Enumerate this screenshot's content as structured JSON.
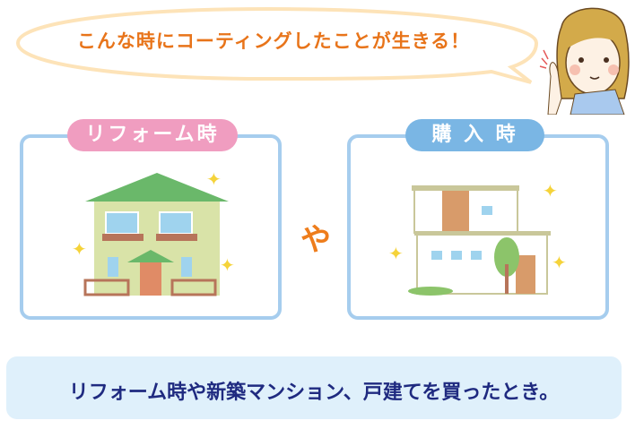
{
  "bubble": {
    "text": "こんな時にコーティングしたことが生きる！"
  },
  "left_panel": {
    "label": "リフォーム時"
  },
  "connector": "や",
  "right_panel": {
    "label": "購 入 時"
  },
  "footer": {
    "text": "リフォーム時や新築マンション、戸建てを買ったとき。"
  },
  "colors": {
    "orange": "#e8741a",
    "pink": "#f09dc0",
    "blue": "#7ab6e4",
    "navy": "#1f2a80",
    "frame": "#a6cdee"
  }
}
